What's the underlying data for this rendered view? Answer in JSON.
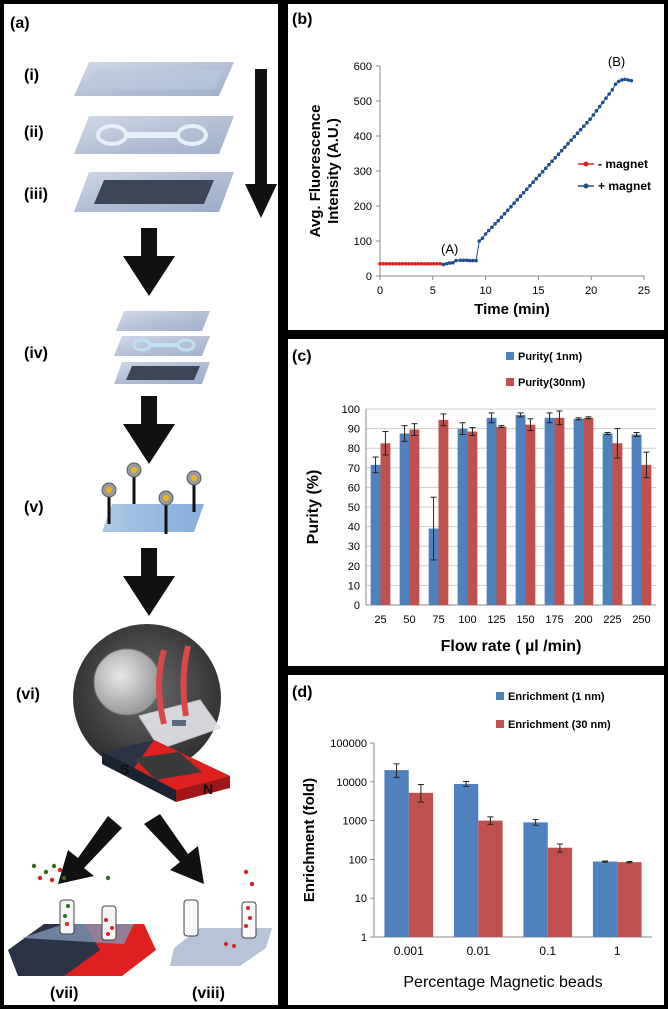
{
  "panel_a": {
    "label": "(a)",
    "steps": [
      "(i)",
      "(ii)",
      "(iii)",
      "(iv)",
      "(v)",
      "(vi)",
      "(vii)",
      "(viii)"
    ],
    "magnet_s": "S",
    "magnet_n": "N"
  },
  "chart_data": [
    {
      "panel": "(b)",
      "type": "scatter",
      "xlabel": "Time (min)",
      "ylabel": "Avg. Fluorescence Intensity (A.U.)",
      "xlim": [
        0,
        25
      ],
      "ylim": [
        0,
        600
      ],
      "xticks": [
        0,
        5,
        10,
        15,
        20,
        25
      ],
      "yticks": [
        0,
        100,
        200,
        300,
        400,
        500,
        600
      ],
      "legend_position": "right",
      "annotations": [
        {
          "text": "(A)",
          "x": 6.6,
          "y": 65
        },
        {
          "text": "(B)",
          "x": 22.4,
          "y": 600
        }
      ],
      "series": [
        {
          "name": "- magnet",
          "color": "#e0201e",
          "x": [
            0.0,
            0.3,
            0.6,
            0.9,
            1.2,
            1.5,
            1.8,
            2.1,
            2.4,
            2.7,
            3.0,
            3.3,
            3.6,
            3.9,
            4.2,
            4.5,
            4.8,
            5.1,
            5.4,
            5.7
          ],
          "y": [
            35,
            35,
            35,
            35,
            35,
            35,
            35,
            35,
            35,
            35,
            35,
            35,
            35,
            35,
            35,
            35,
            35,
            35,
            35,
            35
          ]
        },
        {
          "name": "+ magnet",
          "color": "#1f4e8c",
          "x": [
            6.0,
            6.3,
            6.6,
            6.9,
            7.2,
            7.6,
            7.9,
            8.2,
            8.5,
            8.8,
            9.1,
            9.4,
            9.7,
            10.0,
            10.3,
            10.6,
            10.9,
            11.2,
            11.5,
            11.8,
            12.1,
            12.4,
            12.7,
            13.0,
            13.3,
            13.6,
            13.9,
            14.2,
            14.5,
            14.8,
            15.1,
            15.4,
            15.7,
            16.0,
            16.3,
            16.6,
            16.9,
            17.2,
            17.5,
            17.8,
            18.1,
            18.4,
            18.7,
            19.0,
            19.3,
            19.6,
            19.9,
            20.2,
            20.5,
            20.8,
            21.1,
            21.4,
            21.7,
            22.0,
            22.3,
            22.6,
            22.9,
            23.2,
            23.5,
            23.8
          ],
          "y": [
            33,
            35,
            37,
            38,
            44,
            45,
            45,
            45,
            44,
            44,
            44,
            100,
            108,
            120,
            130,
            139,
            149,
            158,
            168,
            178,
            188,
            198,
            208,
            218,
            228,
            238,
            248,
            258,
            268,
            278,
            288,
            298,
            308,
            318,
            328,
            338,
            348,
            358,
            368,
            378,
            388,
            398,
            408,
            418,
            428,
            438,
            448,
            460,
            472,
            484,
            496,
            508,
            520,
            532,
            548,
            556,
            560,
            562,
            560,
            558
          ]
        }
      ]
    },
    {
      "panel": "(c)",
      "type": "bar",
      "xlabel": "Flow rate ( µl /min)",
      "ylabel": "Purity (%)",
      "ylim": [
        0,
        100
      ],
      "yticks": [
        0,
        10,
        20,
        30,
        40,
        50,
        60,
        70,
        80,
        90,
        100
      ],
      "grid": true,
      "legend_position": "top-right",
      "categories": [
        "25",
        "50",
        "75",
        "100",
        "125",
        "150",
        "175",
        "200",
        "225",
        "250"
      ],
      "series": [
        {
          "name": "Purity( 1nm)",
          "color": "#4f81bd",
          "values": [
            71.5,
            87.5,
            39,
            90,
            95.5,
            97,
            95.5,
            95,
            87.5,
            87
          ],
          "errors": [
            4,
            4,
            16,
            3,
            2.5,
            1,
            2.5,
            0.5,
            0.5,
            1
          ]
        },
        {
          "name": "Purity(30nm)",
          "color": "#c0504d",
          "values": [
            82.5,
            89.5,
            94.5,
            88.5,
            91,
            92,
            95.5,
            95.5,
            82.5,
            71.5
          ],
          "errors": [
            6,
            3,
            3,
            2,
            0.5,
            3,
            3.5,
            0.5,
            7.5,
            6.5
          ]
        }
      ]
    },
    {
      "panel": "(d)",
      "type": "bar",
      "xlabel": "Percentage Magnetic beads",
      "ylabel": "Enrichment (fold)",
      "yscale": "log",
      "ylim": [
        1,
        100000
      ],
      "yticks": [
        "1",
        "10",
        "100",
        "1000",
        "10000",
        "100000"
      ],
      "legend_position": "top-right",
      "categories": [
        "0.001",
        "0.01",
        "0.1",
        "1"
      ],
      "series": [
        {
          "name": "Enrichment (1 nm)",
          "color": "#4f81bd",
          "values": [
            20000,
            8800,
            900,
            88
          ],
          "errors_lower": [
            13000,
            7600,
            760,
            85
          ],
          "errors_upper": [
            29000,
            10200,
            1060,
            91
          ]
        },
        {
          "name": "Enrichment (30 nm)",
          "color": "#c0504d",
          "values": [
            5200,
            1000,
            200,
            85
          ],
          "errors_lower": [
            3000,
            800,
            155,
            82
          ],
          "errors_upper": [
            8500,
            1250,
            250,
            88
          ]
        }
      ]
    }
  ]
}
